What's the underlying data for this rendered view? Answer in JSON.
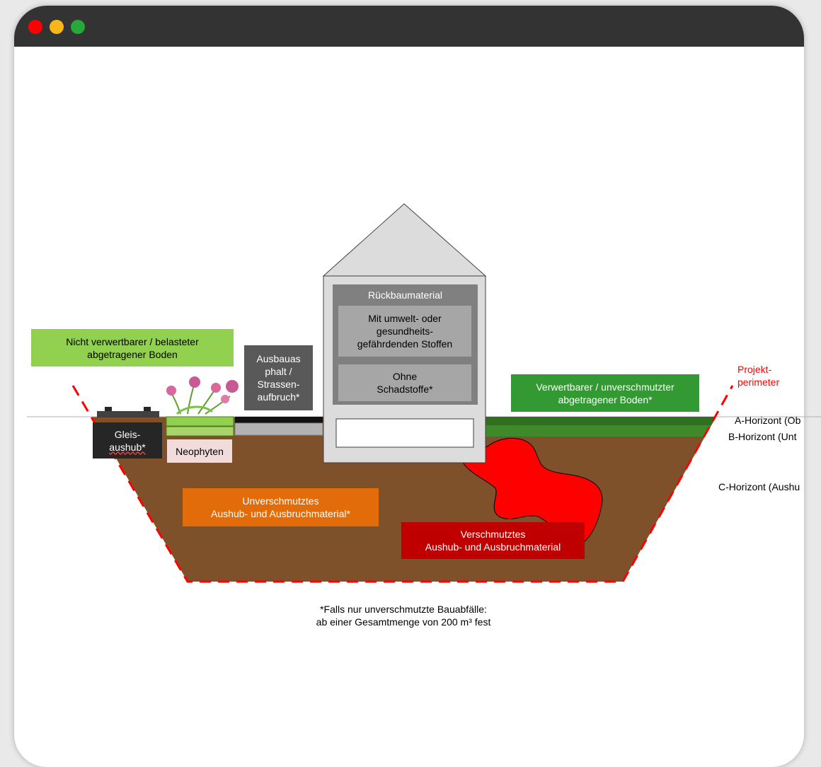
{
  "window": {
    "buttons": [
      "close",
      "minimize",
      "maximize"
    ],
    "colors": {
      "titlebar": "#333333",
      "close": "#fe0000",
      "minimize": "#f9b61a",
      "maximize": "#27a83a"
    }
  },
  "diagram": {
    "labels": {
      "nicht_verwertbar": "Nicht verwertbarer / belasteter\nabgetragener Boden",
      "ausbauasphalt": "Ausbauas\nphalt /\nStrassen-\naufbruch*",
      "rueckbaumaterial": "Rückbaumaterial",
      "mit_stoffen": "Mit umwelt- oder\ngesundheits-\ngefährdenden Stoffen",
      "ohne_schadstoffe": "Ohne\nSchadstoffe*",
      "verwertbar": "Verwertbarer / unverschmutzter\nabgetragener Boden*",
      "projektperimeter": "Projekt-\nperimeter",
      "a_horizont": "A-Horizont (Ob",
      "b_horizont": "B-Horizont (Unt",
      "c_horizont": "C-Horizont (Aushu",
      "gleisaushub_1": "Gleis-",
      "gleisaushub_2": "aushub*",
      "neophyten": "Neophyten",
      "unverschmutzt": "Unverschmutztes\nAushub- und Ausbruchmaterial*",
      "verschmutzt": "Verschmutztes\nAushub- und Ausbruchmaterial",
      "footnote": "*Falls nur unverschmutzte Bauabfälle:\nab einer Gesamtmenge von 200 m³ fest"
    },
    "colors": {
      "soil": "#7e512a",
      "light_green": "#92d050",
      "dark_green": "#339933",
      "a_horizon": "#2f6f1f",
      "b_horizon": "#3e8a2a",
      "orange": "#e36c0a",
      "red": "#c00000",
      "contamination": "#ff0000",
      "grey_box": "#595959",
      "house": "#dcdcdc",
      "house_inner": "#808080",
      "house_inner_box": "#a6a6a6",
      "black_box": "#262626",
      "pink": "#f2dcdb",
      "perimeter": "#ff0000"
    }
  }
}
